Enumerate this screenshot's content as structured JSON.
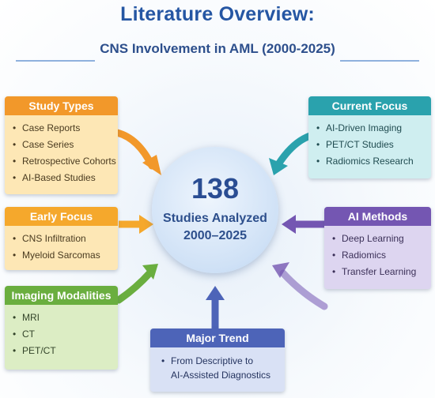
{
  "header": {
    "title": "Literature Overview:",
    "subtitle": "CNS Involvement in AML (2000-2025)"
  },
  "center": {
    "count": "138",
    "line1": "Studies Analyzed",
    "line2": "2000–2025"
  },
  "study_types": {
    "title": "Study Types",
    "items": [
      "Case Reports",
      "Case Series",
      "Retrospective Cohorts",
      "AI-Based Studies"
    ]
  },
  "early_focus": {
    "title": "Early Focus",
    "items": [
      "CNS Infiltration",
      "Myeloid Sarcomas"
    ]
  },
  "imaging_modalities": {
    "title": "Imaging Modalities",
    "items": [
      "MRI",
      "CT",
      "PET/CT"
    ]
  },
  "current_focus": {
    "title": "Current Focus",
    "items": [
      "AI-Driven Imaging",
      "PET/CT Studies",
      "Radiomics Research"
    ]
  },
  "ai_methods": {
    "title": "AI Methods",
    "items": [
      "Deep Learning",
      "Radiomics",
      "Transfer Learning"
    ]
  },
  "major_trend": {
    "title": "Major Trend",
    "items": [
      "From Descriptive to",
      "AI-Assisted Diagnostics"
    ]
  },
  "colors": {
    "title": "#2556a3",
    "study_types": "#f2982a",
    "early_focus": "#f5a82c",
    "imaging_modalities": "#6aae3f",
    "current_focus": "#2aa2ad",
    "ai_methods": "#7456b2",
    "major_trend": "#4d64b8"
  }
}
